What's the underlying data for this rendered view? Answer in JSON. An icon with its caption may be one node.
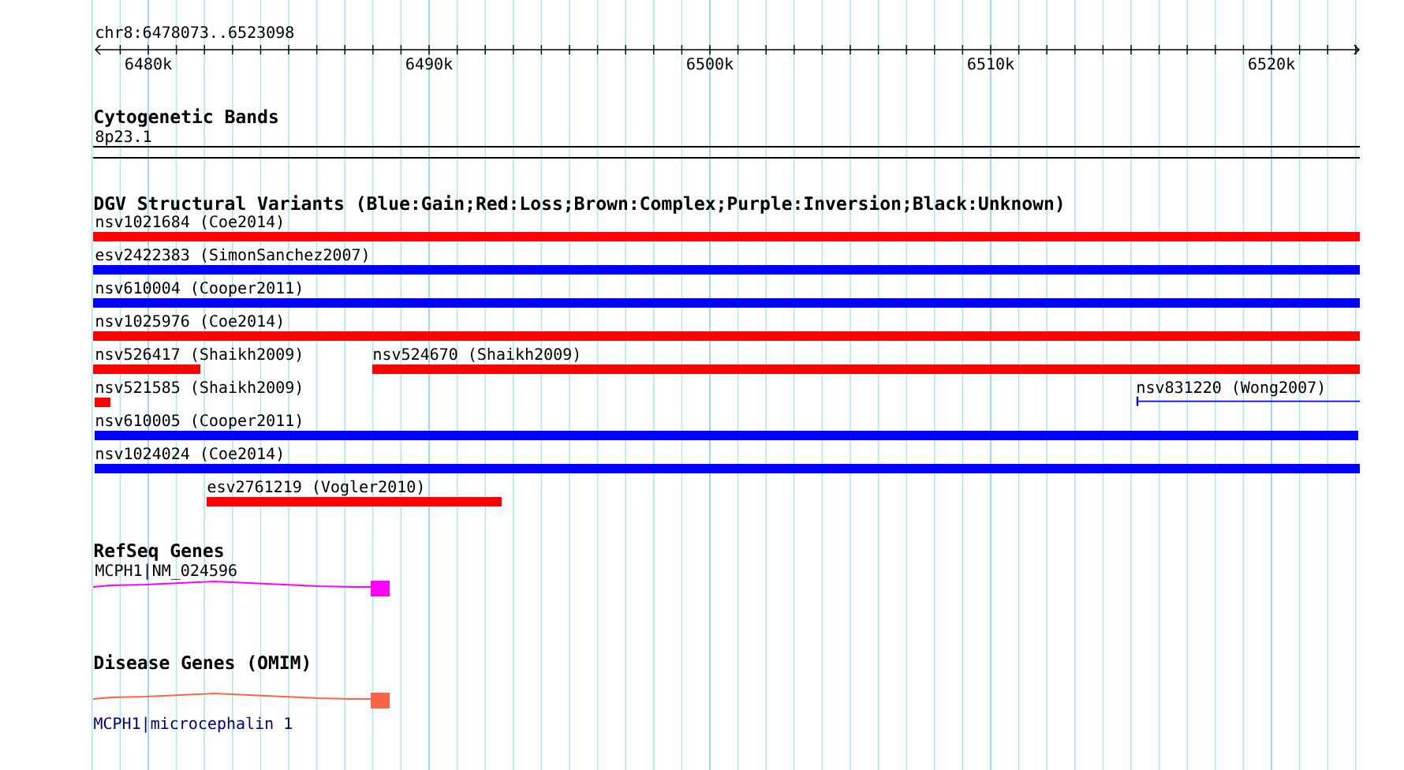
{
  "diagram": {
    "nodes": [
      {
        "text": [
          "8p23.1"
        ]
      },
      {
        "text": [
          "nsv1021684 (Coe2014)"
        ]
      },
      {
        "text": [
          "esv2422383 (SimonSanchez2007)"
        ]
      },
      {
        "text": [
          "nsv610004 (Cooper2011)"
        ]
      },
      {
        "text": [
          "nsv1025976 (Coe2014)"
        ]
      },
      {
        "text": [
          "nsv526417 (Shaikh2009)"
        ]
      },
      {
        "text": [
          "nsv524670 (Shaikh2009)"
        ]
      },
      {
        "text": [
          "nsv521585 (Shaikh2009)"
        ]
      },
      {
        "text": [
          "nsv831220 (Wong2007)"
        ]
      },
      {
        "text": [
          "nsv610005 (Cooper2011)"
        ]
      },
      {
        "text": [
          "nsv1024024 (Coe2014)"
        ]
      },
      {
        "text": [
          "esv2761219 (Vogler2010)"
        ]
      },
      {
        "text": [
          "MCPH1|NM_024596"
        ]
      },
      {
        "text": [
          "MCPH1|microcephalin 1"
        ]
      }
    ],
    "labels": [
      "chr8:6478073..6523098",
      "6480k",
      "6490k",
      "6500k",
      "6510k",
      "6520k",
      "Cytogenetic Bands",
      "DGV Structural Variants (Blue:Gain;Red:Loss;Brown:Complex;Purple:Inversion;Black:Unknown)",
      "RefSeq Genes",
      "Disease Genes (OMIM)"
    ]
  }
}
